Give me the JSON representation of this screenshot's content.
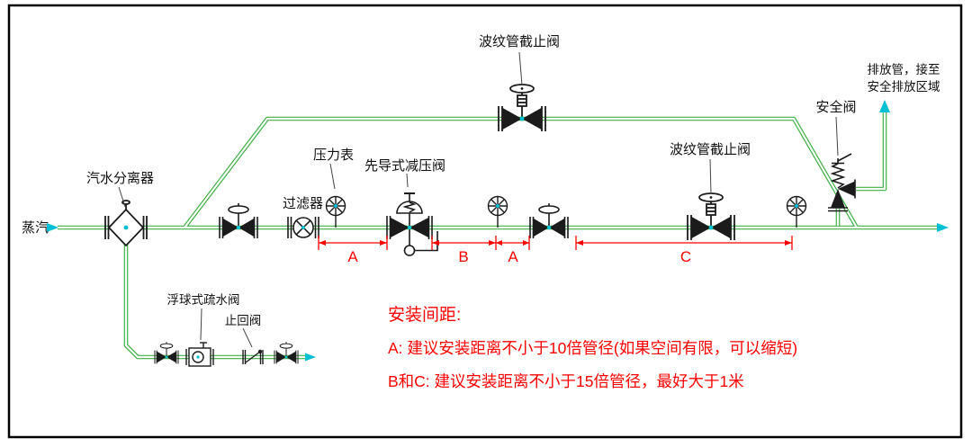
{
  "labels": {
    "steam": "蒸汽",
    "separator": "汽水分离器",
    "strainer": "过滤器",
    "pressure_gauge": "压力表",
    "pilot_prv": "先导式减压阀",
    "bellows_stop_valve_top": "波纹管截止阀",
    "bellows_stop_valve_main": "波纹管截止阀",
    "safety_valve": "安全阀",
    "discharge_line1": "排放管，接至",
    "discharge_line2": "安全排放区域",
    "float_trap": "浮球式疏水阀",
    "check_valve": "止回阀"
  },
  "dimensions": {
    "a1": "A",
    "b": "B",
    "a2": "A",
    "c": "C"
  },
  "notes": {
    "title": "安装间距:",
    "note_a": "A: 建议安装距离不小于10倍管径(如果空间有限，可以缩短)",
    "note_bc": "B和C: 建议安装距离不小于15倍管径，最好大于1米"
  },
  "colors": {
    "pipe_green": "#3faf46",
    "accent_cyan": "#00c0d4",
    "annotation_red": "#ff0000",
    "line_black": "#1b1b1b"
  }
}
